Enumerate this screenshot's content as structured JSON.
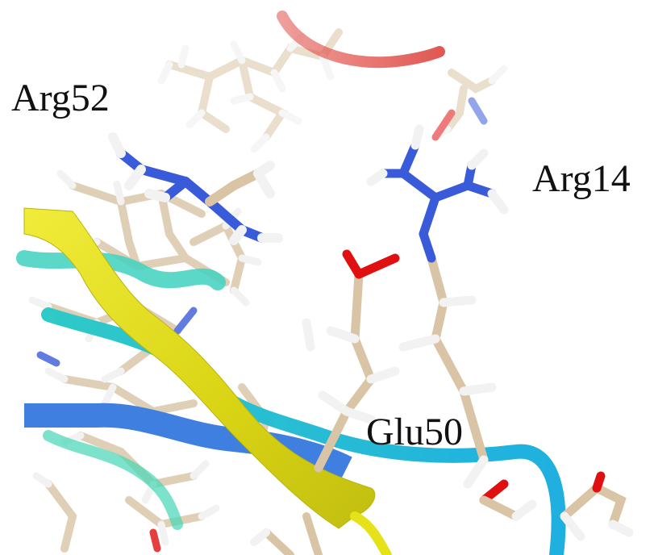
{
  "labels": {
    "arg52": "Arg52",
    "arg14": "Arg14",
    "glu50": "Glu50"
  },
  "colors": {
    "background": "#ffffff",
    "carbon": "#d9c4a6",
    "hydrogen": "#f2f2f2",
    "nitrogen": "#3a5bd9",
    "oxygen": "#e01010",
    "ribbon_yellow": "#e6e21a",
    "ribbon_cyan": "#24b7e0",
    "ribbon_teal": "#3fd1c0",
    "ribbon_blue": "#3f7fe0",
    "ribbon_red": "#e0504a",
    "label_text": "#111111"
  }
}
